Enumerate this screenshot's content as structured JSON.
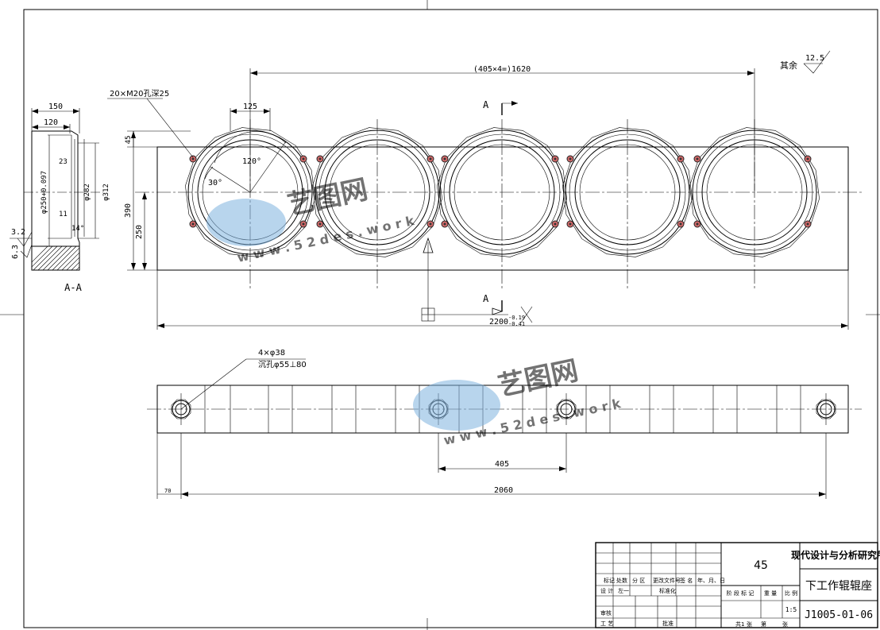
{
  "drawing": {
    "top_dims": {
      "pitch_total": "(405×4=)1620",
      "hole_spec": "20×M20孔深25",
      "ring_width": "125",
      "angle_120": "120°",
      "angle_30": "30°",
      "height_total": "390",
      "height_half": "250",
      "top_offset": "45",
      "overall_length": "2200",
      "tol_upper": "-0.19",
      "tol_lower": "-0.41",
      "section_mark": "A"
    },
    "section": {
      "width_outer": "150",
      "width_inner": "120",
      "dim_23": "23",
      "dim_11": "11",
      "angle_14": "14°",
      "dia_250": "φ250+0.097",
      "dia_282": "φ282",
      "dia_312": "φ312",
      "rough_32": "3.2",
      "rough_63": "6.3",
      "label": "A-A"
    },
    "roughness_note": {
      "text": "其余",
      "value": "12.5"
    },
    "bottom_dims": {
      "hole_spec": "4×φ38",
      "counterbore": "沉孔φ55⊥80",
      "pitch": "405",
      "span": "2060",
      "edge": "70"
    },
    "watermark": {
      "brand": "艺图网",
      "url": "w w w . 5 2 d e s . w o r k"
    }
  },
  "title_block": {
    "material": "45",
    "institute": "现代设计与分析研究所",
    "part_name": "下工作辊辊座",
    "drawing_no": "J1005-01-06",
    "scale": "1:5",
    "headers": [
      "标记",
      "处数",
      "分 区",
      "更改文件号",
      "签 名",
      "年、月、日"
    ],
    "row_design": [
      "设 计",
      "左一",
      "",
      "标准化"
    ],
    "row_review": "审核",
    "row_process": "工 艺",
    "approve": "批准",
    "stage_label": "阶 段 标 记",
    "weight_label": "重 量",
    "scale_label": "比 例",
    "sheets": [
      "共1",
      "张",
      "第",
      "张"
    ]
  }
}
